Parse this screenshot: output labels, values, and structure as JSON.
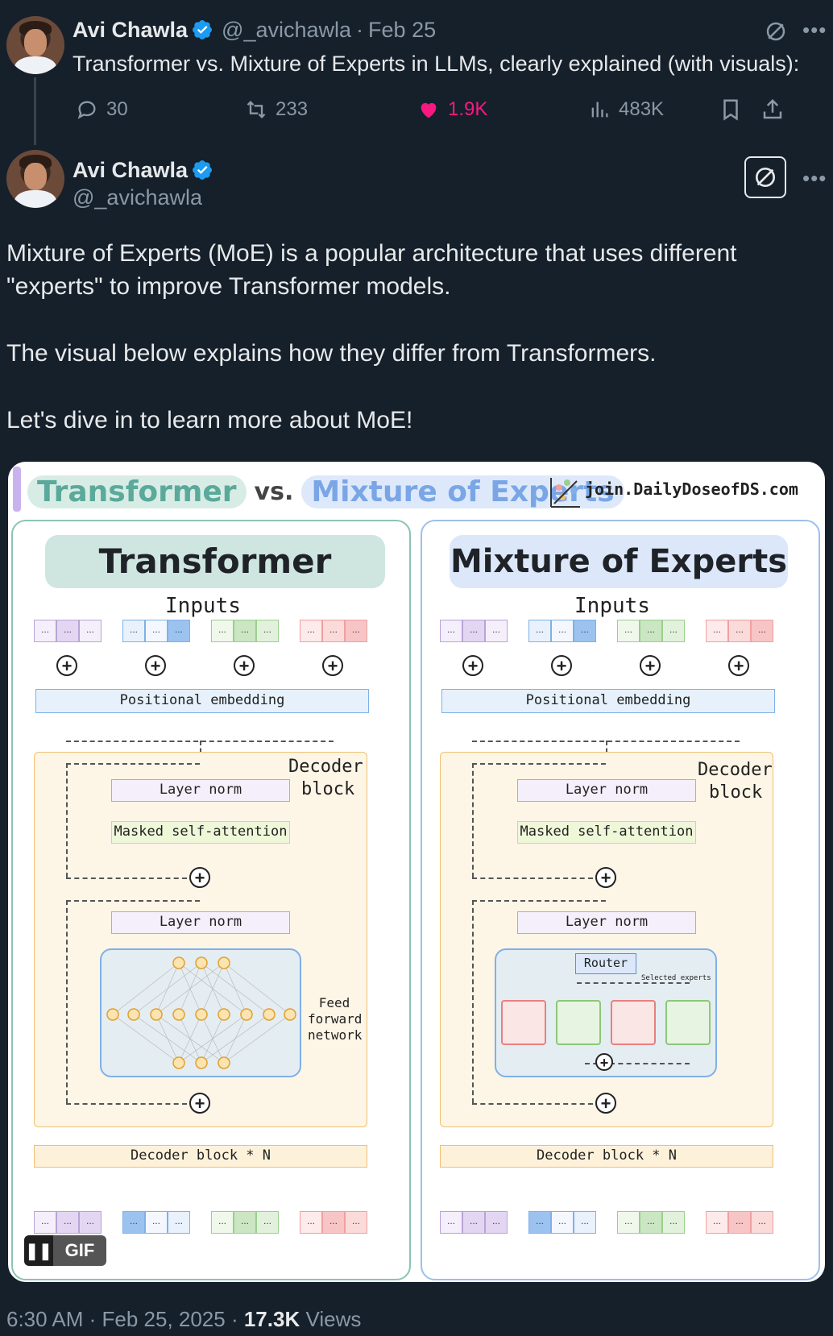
{
  "thread_tweet": {
    "author_name": "Avi Chawla",
    "handle": "@_avichawla",
    "separator": "·",
    "date": "Feb 25",
    "text": "Transformer vs. Mixture of Experts in LLMs, clearly explained (with visuals):",
    "stats": {
      "replies": "30",
      "reposts": "233",
      "likes": "1.9K",
      "views": "483K"
    }
  },
  "main_tweet": {
    "author_name": "Avi Chawla",
    "handle": "@_avichawla",
    "paragraphs": [
      "Mixture of Experts (MoE) is a popular architecture that uses different \"experts\" to improve Transformer models.",
      "The visual below explains how they differ from Transformers.",
      "Let's dive in to learn more about MoE!"
    ],
    "timestamp": "6:30 AM · Feb 25, 2025 · ",
    "views_count": "17.3K",
    "views_label": " Views"
  },
  "media": {
    "header_left": "Transformer",
    "header_vs": "vs.",
    "header_right": "Mixture of Experts",
    "brand": "join.DailyDoseofDS.com",
    "gif_label": "GIF",
    "pause_icon": "❚❚",
    "left_panel": {
      "title": "Transformer",
      "inputs_label": "Inputs",
      "positional_embedding": "Positional embedding",
      "decoder_block_label_1": "Decoder",
      "decoder_block_label_2": "block",
      "layer_norm_1": "Layer norm",
      "masked_attention": "Masked self-attention",
      "layer_norm_2": "Layer norm",
      "ffn_label_1": "Feed",
      "ffn_label_2": "forward",
      "ffn_label_3": "network",
      "decoder_repeat": "Decoder block * N"
    },
    "right_panel": {
      "title": "Mixture of Experts",
      "inputs_label": "Inputs",
      "positional_embedding": "Positional embedding",
      "decoder_block_label_1": "Decoder",
      "decoder_block_label_2": "block",
      "layer_norm_1": "Layer norm",
      "masked_attention": "Masked self-attention",
      "layer_norm_2": "Layer norm",
      "router": "Router",
      "selected_experts": "Selected experts",
      "decoder_repeat": "Decoder block * N"
    },
    "token_ellipsis": "...",
    "token_colors": [
      "#b9a3d6",
      "#7fb0e8",
      "#9bcf8e",
      "#f0a0a0"
    ]
  }
}
